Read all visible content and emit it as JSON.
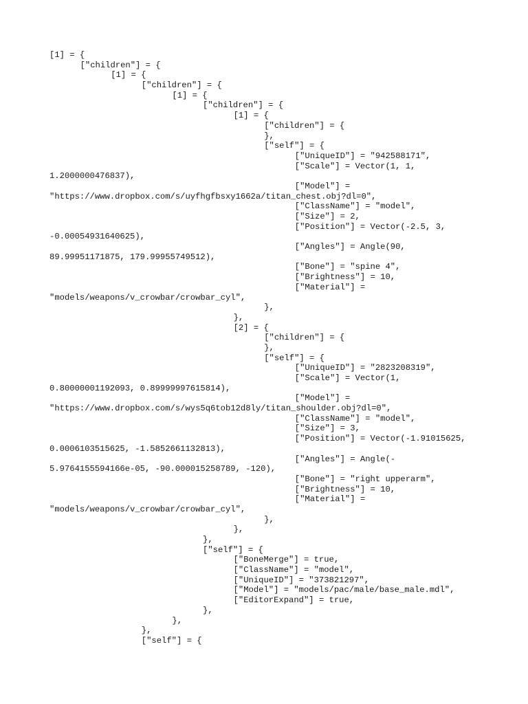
{
  "document": {
    "lines": [
      {
        "indent": 0,
        "text": "[1] = {"
      },
      {
        "indent": 1,
        "text": "[\"children\"] = {"
      },
      {
        "indent": 2,
        "text": "[1] = {"
      },
      {
        "indent": 3,
        "text": "[\"children\"] = {"
      },
      {
        "indent": 4,
        "text": "[1] = {"
      },
      {
        "indent": 5,
        "text": "[\"children\"] = {"
      },
      {
        "indent": 6,
        "text": "[1] = {"
      },
      {
        "indent": 7,
        "text": "[\"children\"] = {"
      },
      {
        "indent": 7,
        "text": "},"
      },
      {
        "indent": 7,
        "text": "[\"self\"] = {"
      },
      {
        "indent": 8,
        "text": "[\"UniqueID\"] = \"942588171\","
      },
      {
        "indent": 8,
        "text": "[\"Scale\"] = Vector(1, 1,"
      },
      {
        "indent": 0,
        "text": "1.2000000476837),"
      },
      {
        "indent": 8,
        "text": "[\"Model\"] ="
      },
      {
        "indent": 0,
        "text": "\"https://www.dropbox.com/s/uyfhgfbsxy1662a/titan_chest.obj?dl=0\","
      },
      {
        "indent": 8,
        "text": "[\"ClassName\"] = \"model\","
      },
      {
        "indent": 8,
        "text": "[\"Size\"] = 2,"
      },
      {
        "indent": 8,
        "text": "[\"Position\"] = Vector(-2.5, 3,"
      },
      {
        "indent": 0,
        "text": "-0.00054931640625),"
      },
      {
        "indent": 8,
        "text": "[\"Angles\"] = Angle(90,"
      },
      {
        "indent": 0,
        "text": "89.99951171875, 179.99955749512),"
      },
      {
        "indent": 8,
        "text": "[\"Bone\"] = \"spine 4\","
      },
      {
        "indent": 8,
        "text": "[\"Brightness\"] = 10,"
      },
      {
        "indent": 8,
        "text": "[\"Material\"] ="
      },
      {
        "indent": 0,
        "text": "\"models/weapons/v_crowbar/crowbar_cyl\","
      },
      {
        "indent": 7,
        "text": "},"
      },
      {
        "indent": 6,
        "text": "},"
      },
      {
        "indent": 6,
        "text": "[2] = {"
      },
      {
        "indent": 7,
        "text": "[\"children\"] = {"
      },
      {
        "indent": 7,
        "text": "},"
      },
      {
        "indent": 7,
        "text": "[\"self\"] = {"
      },
      {
        "indent": 8,
        "text": "[\"UniqueID\"] = \"2823208319\","
      },
      {
        "indent": 8,
        "text": "[\"Scale\"] = Vector(1,"
      },
      {
        "indent": 0,
        "text": "0.80000001192093, 0.89999997615814),"
      },
      {
        "indent": 8,
        "text": "[\"Model\"] ="
      },
      {
        "indent": 0,
        "text": "\"https://www.dropbox.com/s/wys5q6tob12d8ly/titan_shoulder.obj?dl=0\","
      },
      {
        "indent": 8,
        "text": "[\"ClassName\"] = \"model\","
      },
      {
        "indent": 8,
        "text": "[\"Size\"] = 3,"
      },
      {
        "indent": 8,
        "text": "[\"Position\"] = Vector(-1.91015625,"
      },
      {
        "indent": 0,
        "text": "0.0006103515625, -1.5852661132813),"
      },
      {
        "indent": 8,
        "text": "[\"Angles\"] = Angle(-"
      },
      {
        "indent": 0,
        "text": "5.9764155594166e-05, -90.000015258789, -120),"
      },
      {
        "indent": 8,
        "text": "[\"Bone\"] = \"right upperarm\","
      },
      {
        "indent": 8,
        "text": "[\"Brightness\"] = 10,"
      },
      {
        "indent": 8,
        "text": "[\"Material\"] ="
      },
      {
        "indent": 0,
        "text": "\"models/weapons/v_crowbar/crowbar_cyl\","
      },
      {
        "indent": 7,
        "text": "},"
      },
      {
        "indent": 6,
        "text": "},"
      },
      {
        "indent": 5,
        "text": "},"
      },
      {
        "indent": 5,
        "text": "[\"self\"] = {"
      },
      {
        "indent": 6,
        "text": "[\"BoneMerge\"] = true,"
      },
      {
        "indent": 6,
        "text": "[\"ClassName\"] = \"model\","
      },
      {
        "indent": 6,
        "text": "[\"UniqueID\"] = \"373821297\","
      },
      {
        "indent": 6,
        "text": "[\"Model\"] = \"models/pac/male/base_male.mdl\","
      },
      {
        "indent": 6,
        "text": "[\"EditorExpand\"] = true,"
      },
      {
        "indent": 5,
        "text": "},"
      },
      {
        "indent": 4,
        "text": "},"
      },
      {
        "indent": 3,
        "text": "},"
      },
      {
        "indent": 3,
        "text": "[\"self\"] = {"
      }
    ]
  }
}
